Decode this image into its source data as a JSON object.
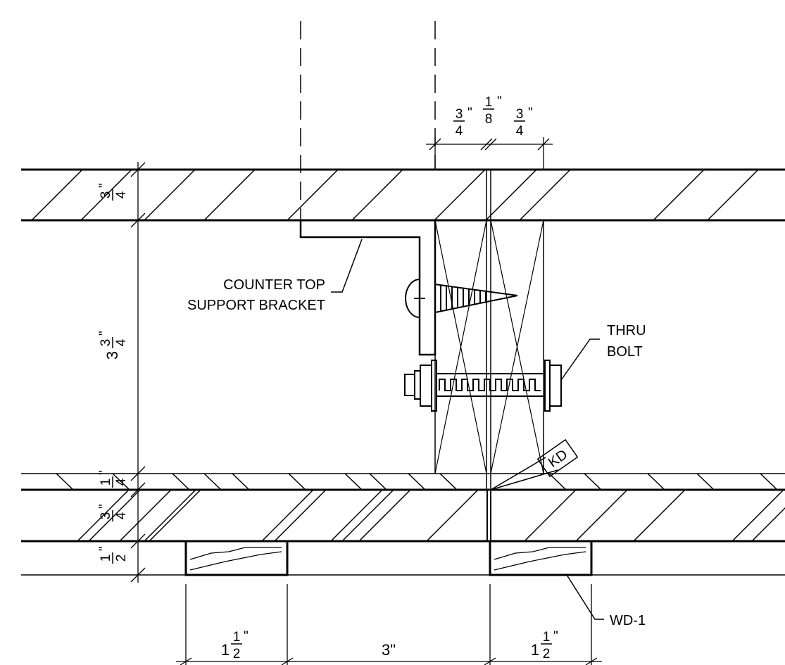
{
  "labels": {
    "bracket_line1": "COUNTER TOP",
    "bracket_line2": "SUPPORT BRACKET",
    "bolt_line1": "THRU",
    "bolt_line2": "BOLT",
    "kd": "KD",
    "wd": "WD-1"
  },
  "dimensions": {
    "top_left": {
      "num": "3",
      "den": "4"
    },
    "top_mid": {
      "num": "1",
      "den": "8"
    },
    "top_right": {
      "num": "3",
      "den": "4"
    },
    "side_top": {
      "num": "3",
      "den": "4"
    },
    "side_mid": {
      "whole": "3",
      "num": "3",
      "den": "4"
    },
    "side_thin": {
      "num": "1",
      "den": "4"
    },
    "side_lower": {
      "num": "3",
      "den": "4"
    },
    "side_bottom": {
      "num": "1",
      "den": "2"
    },
    "bottom_left": {
      "whole": "1",
      "num": "1",
      "den": "2"
    },
    "bottom_mid": "3\"",
    "bottom_right": {
      "whole": "1",
      "num": "1",
      "den": "2"
    }
  },
  "inch_mark": "\""
}
